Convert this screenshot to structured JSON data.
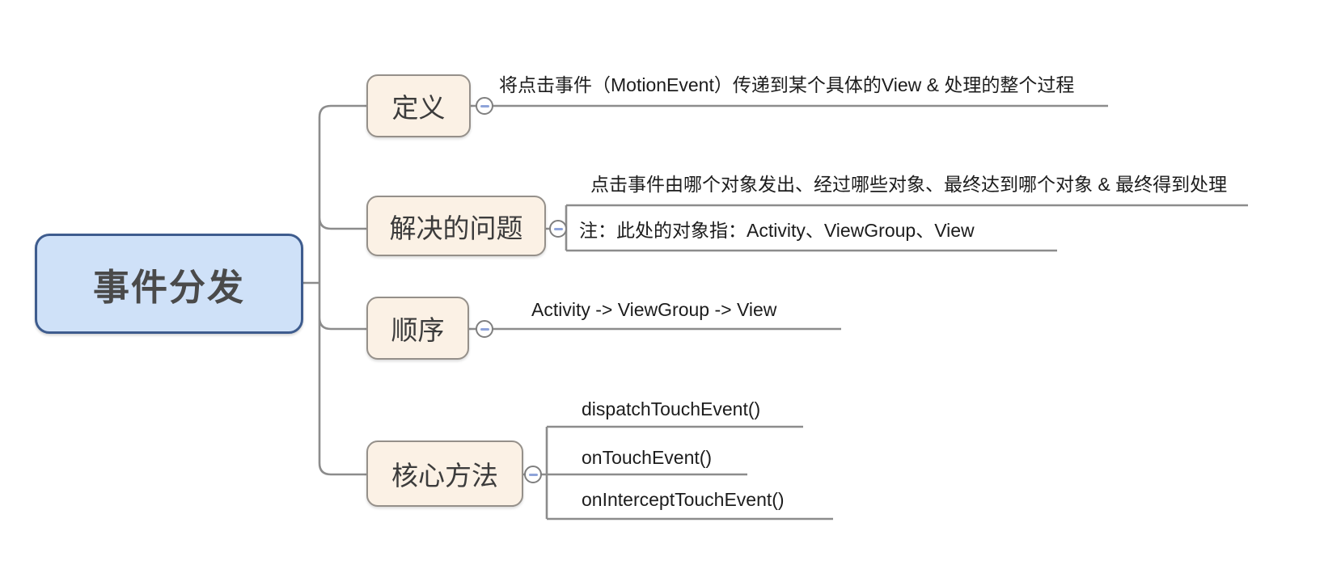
{
  "diagram": {
    "type": "mindmap",
    "topic": "事件分发"
  },
  "root": {
    "label": "事件分发"
  },
  "branches": [
    {
      "label": "定义",
      "children": [
        "将点击事件（MotionEvent）传递到某个具体的View & 处理的整个过程"
      ]
    },
    {
      "label": "解决的问题",
      "children": [
        "点击事件由哪个对象发出、经过哪些对象、最终达到哪个对象 & 最终得到处理",
        "注：此处的对象指：Activity、ViewGroup、View"
      ]
    },
    {
      "label": "顺序",
      "children": [
        "Activity -> ViewGroup -> View"
      ]
    },
    {
      "label": "核心方法",
      "children": [
        "dispatchTouchEvent()",
        "onTouchEvent()",
        "onInterceptTouchEvent()"
      ]
    }
  ],
  "icons": {
    "collapse_toggle": "minus-circle"
  },
  "colors": {
    "background": "#ffffff",
    "root_fill": "#cfe1f8",
    "root_border": "#3e5c8e",
    "root_text": "#4a4a4a",
    "branch_fill": "#fbf1e5",
    "branch_border": "#95908a",
    "connector": "#8c8c8c",
    "toggle_border": "#7f7f7f",
    "toggle_minus": "#8ea3d9",
    "child_text": "#1c1c1c"
  }
}
